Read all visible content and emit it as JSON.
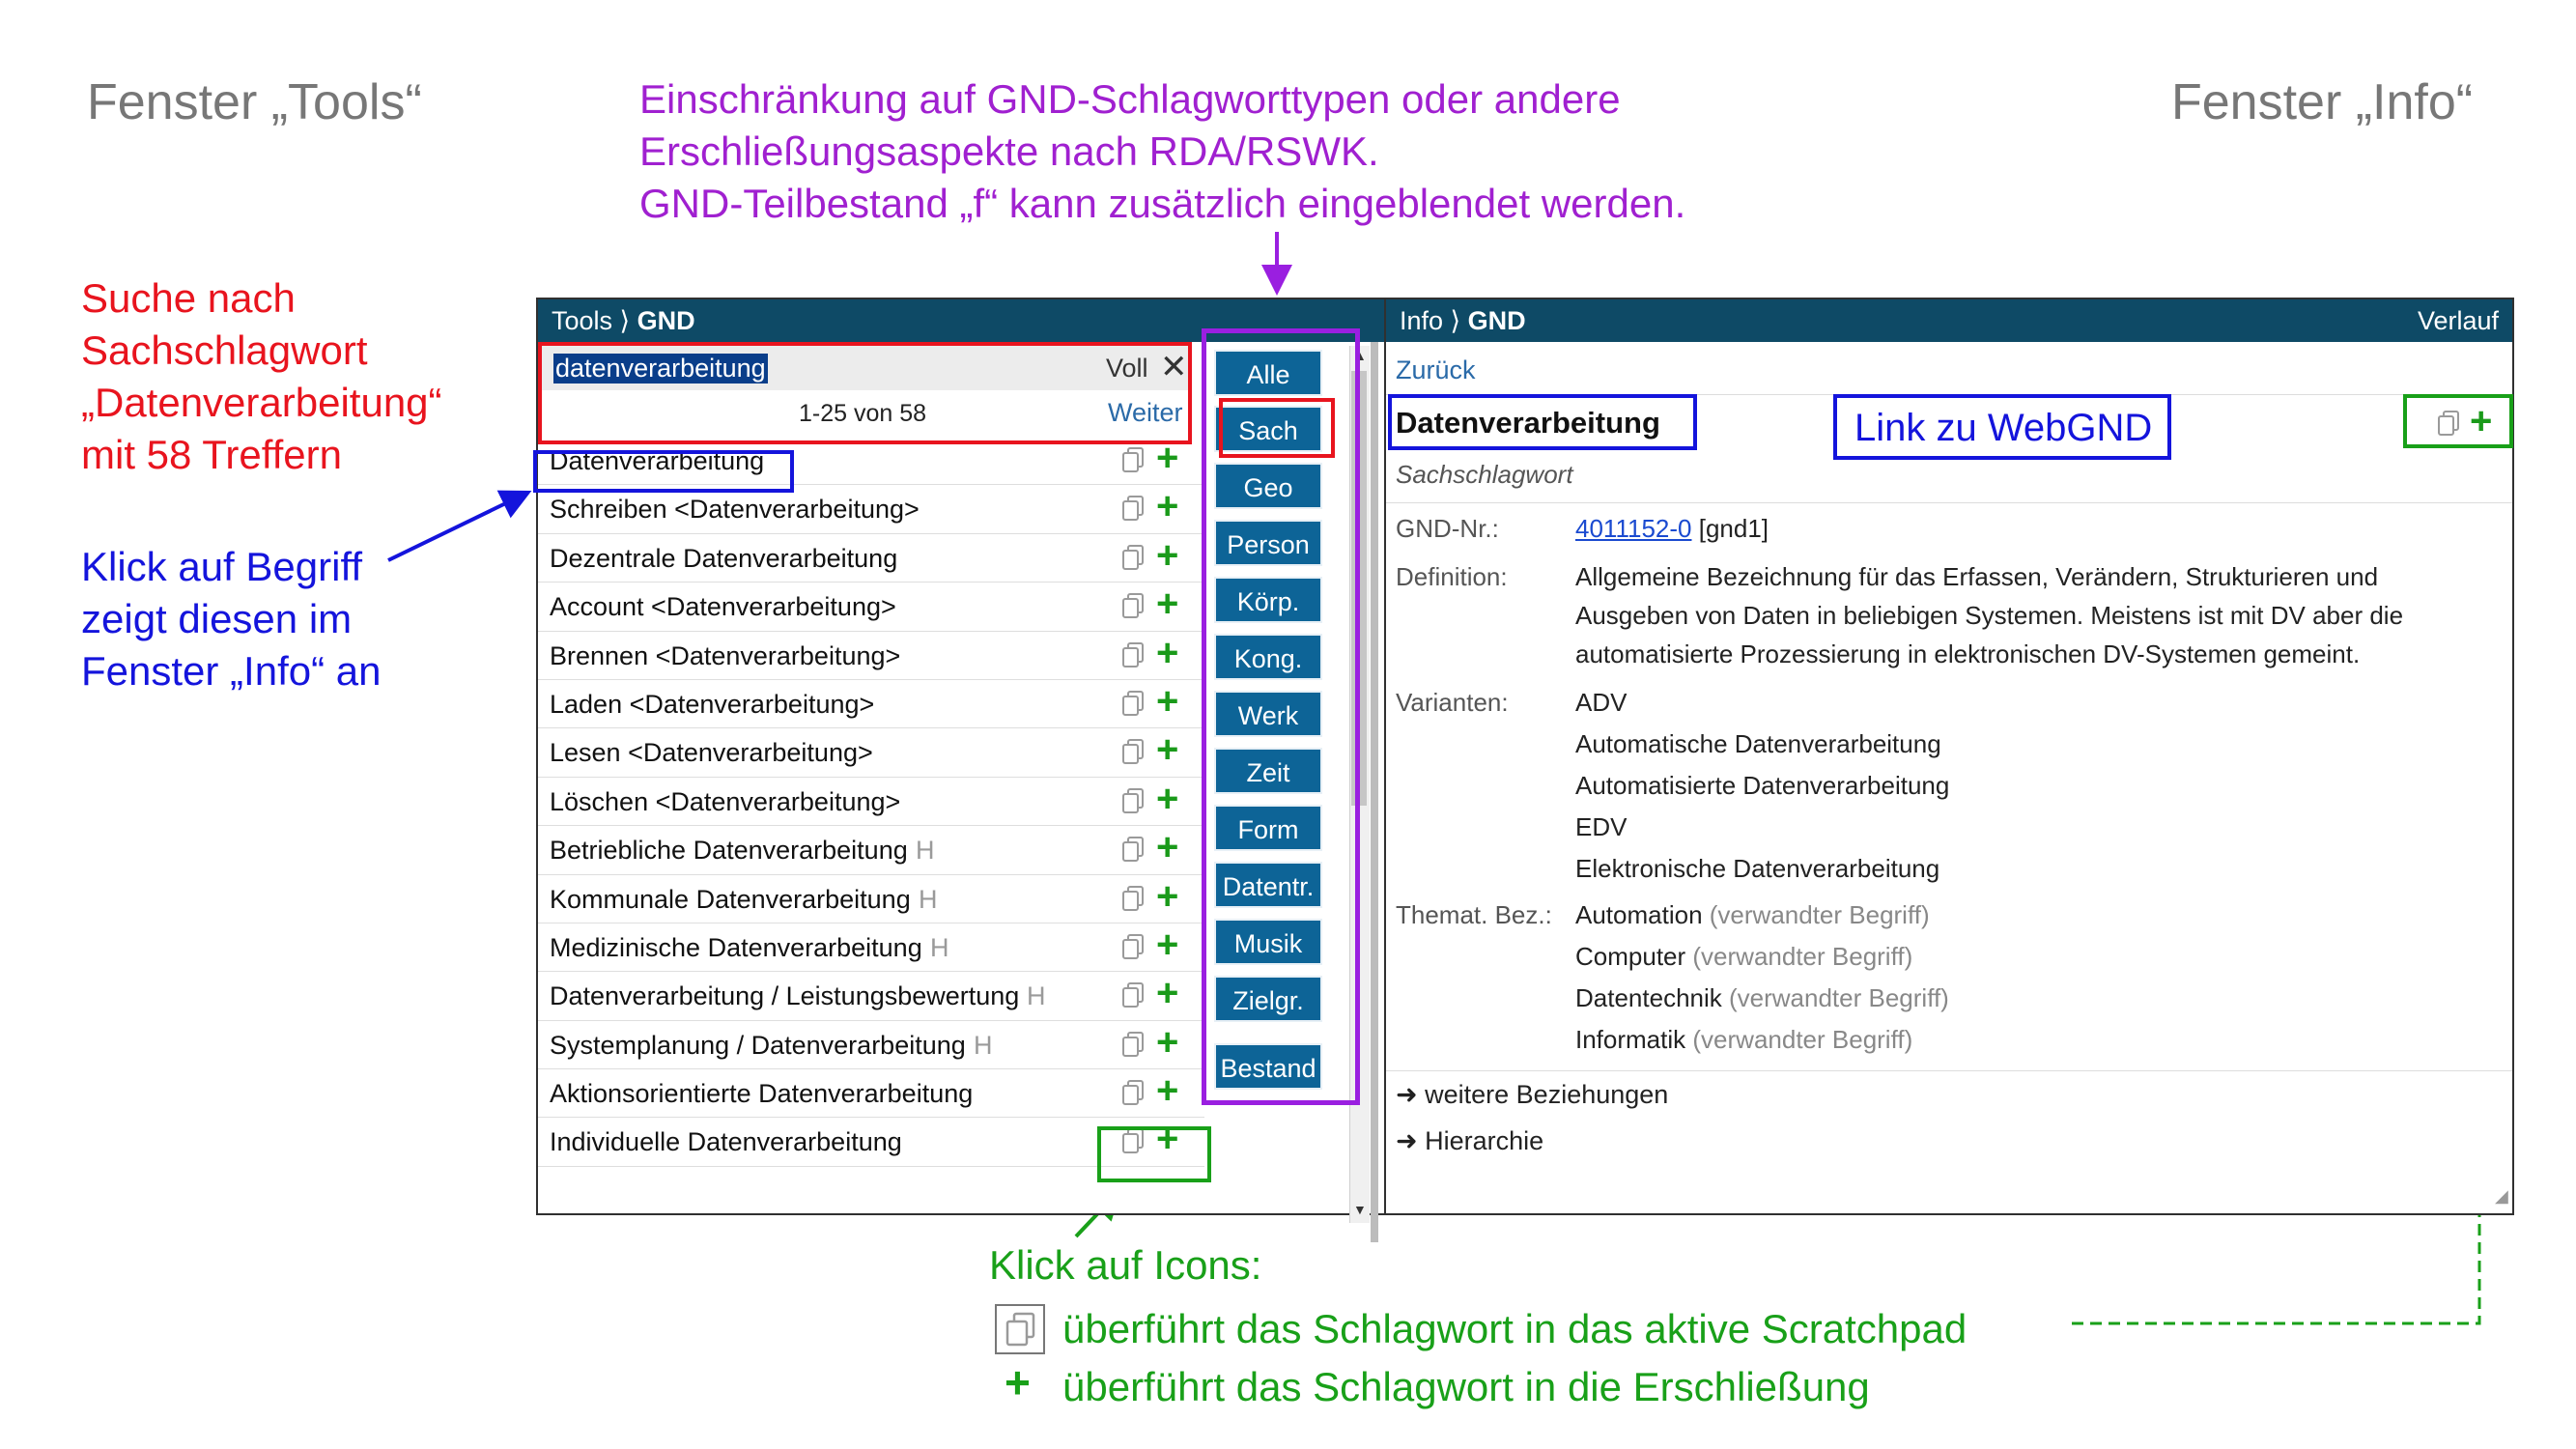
{
  "annotations": {
    "tools_window_label": "Fenster „Tools“",
    "info_window_label": "Fenster „Info“",
    "filter_note": [
      "Einschränkung auf GND-Schlagworttypen oder andere",
      "Erschließungsaspekte nach RDA/RSWK.",
      "GND-Teilbestand „f“ kann zusätzlich eingeblendet werden."
    ],
    "search_note": [
      "Suche nach",
      "Sachschlagwort",
      "„Datenverarbeitung“",
      "mit 58 Treffern"
    ],
    "click_term_note": [
      "Klick auf Begriff",
      "zeigt diesen im",
      "Fenster „Info“ an"
    ],
    "webgnd_note": "Link zu WebGND",
    "icons_note_title": "Klick auf Icons:",
    "icons_note_copy": "überführt das Schlagwort in das aktive Scratchpad",
    "icons_note_plus": "überführt das Schlagwort in die Erschließung",
    "colors": {
      "red": "#e8141e",
      "blue": "#1414dc",
      "purple": "#9a1fe0",
      "green": "#19a019",
      "gray": "#777777"
    }
  },
  "tools": {
    "title_prefix": "Tools ⟩",
    "title_bold": "GND",
    "search_value": "datenverarbeitung",
    "mode": "Voll",
    "close_symbol": "✕",
    "count": "1-25 von 58",
    "next": "Weiter",
    "results": [
      {
        "term": "Datenverarbeitung",
        "suffix": ""
      },
      {
        "term": "Schreiben <Datenverarbeitung>",
        "suffix": ""
      },
      {
        "term": "Dezentrale Datenverarbeitung",
        "suffix": ""
      },
      {
        "term": "Account <Datenverarbeitung>",
        "suffix": ""
      },
      {
        "term": "Brennen <Datenverarbeitung>",
        "suffix": ""
      },
      {
        "term": "Laden <Datenverarbeitung>",
        "suffix": ""
      },
      {
        "term": "Lesen <Datenverarbeitung>",
        "suffix": ""
      },
      {
        "term": "Löschen <Datenverarbeitung>",
        "suffix": ""
      },
      {
        "term": "Betriebliche Datenverarbeitung",
        "suffix": "H"
      },
      {
        "term": "Kommunale Datenverarbeitung",
        "suffix": "H"
      },
      {
        "term": "Medizinische Datenverarbeitung",
        "suffix": "H"
      },
      {
        "term": "Datenverarbeitung / Leistungsbewertung",
        "suffix": "H"
      },
      {
        "term": "Systemplanung / Datenverarbeitung",
        "suffix": "H"
      },
      {
        "term": "Aktionsorientierte Datenverarbeitung",
        "suffix": ""
      },
      {
        "term": "Individuelle Datenverarbeitung",
        "suffix": ""
      }
    ],
    "filter_buttons": [
      "Alle",
      "Sach",
      "Geo",
      "Person",
      "Körp.",
      "Kong.",
      "Werk",
      "Zeit",
      "Form",
      "Datentr.",
      "Musik",
      "Zielgr.",
      "Bestand f"
    ],
    "selected_filter": "Sach",
    "accent_color": "#0d6497"
  },
  "info": {
    "title_prefix": "Info ⟩",
    "title_bold": "GND",
    "history": "Verlauf",
    "back": "Zurück",
    "heading": "Datenverarbeitung",
    "type": "Sachschlagwort",
    "gnd_label": "GND-Nr.:",
    "gnd_number": "4011152-0",
    "gnd_suffix": "[gnd1]",
    "definition_label": "Definition:",
    "definition_lines": [
      "Allgemeine Bezeichnung für das Erfassen, Verändern, Strukturieren und",
      "Ausgeben von Daten in beliebigen Systemen. Meistens ist mit DV aber die",
      "automatisierte Prozessierung in elektronischen DV-Systemen gemeint."
    ],
    "variants_label": "Varianten:",
    "variants": [
      "ADV",
      "Automatische Datenverarbeitung",
      "Automatisierte Datenverarbeitung",
      "EDV",
      "Elektronische Datenverarbeitung"
    ],
    "related_label": "Themat. Bez.:",
    "related": [
      {
        "term": "Automation",
        "note": "(verwandter Begriff)"
      },
      {
        "term": "Computer",
        "note": "(verwandter Begriff)"
      },
      {
        "term": "Datentechnik",
        "note": "(verwandter Begriff)"
      },
      {
        "term": "Informatik",
        "note": "(verwandter Begriff)"
      }
    ],
    "more_relations": "➜ weitere Beziehungen",
    "hierarchy": "➜ Hierarchie",
    "header_color": "#0e4a66"
  }
}
